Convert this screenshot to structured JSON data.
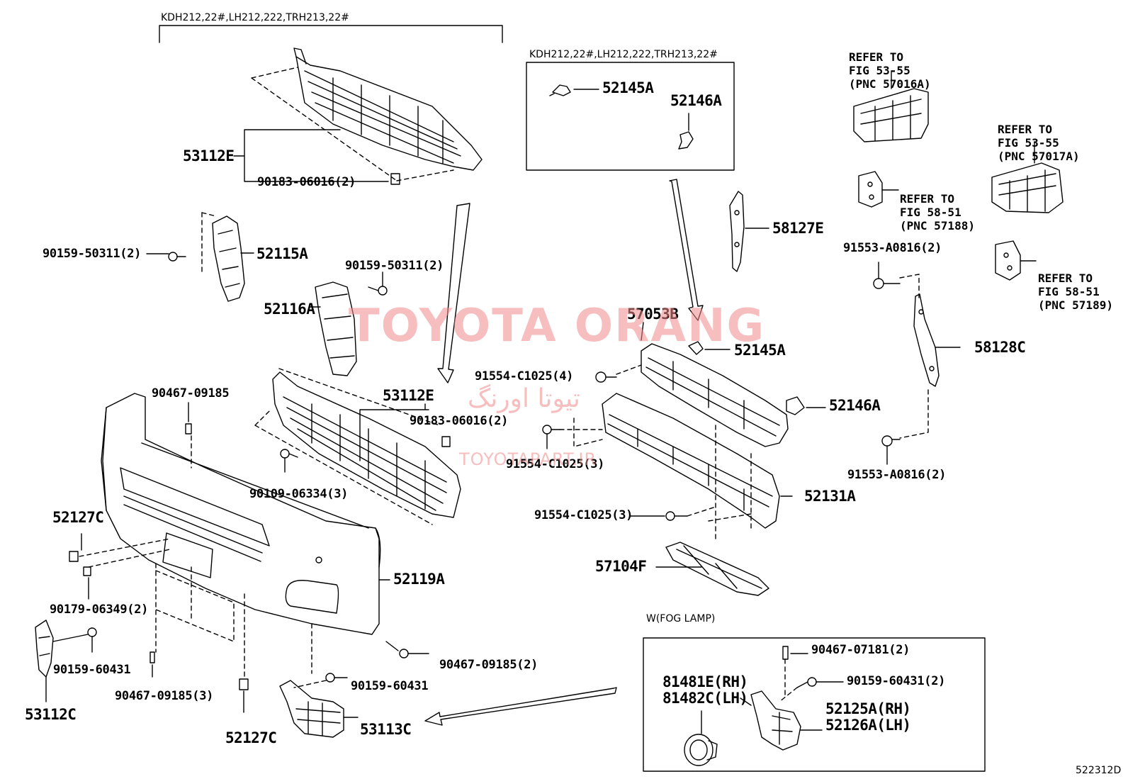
{
  "headers": {
    "top_left": "KDH212,22#,LH212,222,TRH213,22#",
    "inset_box": "KDH212,22#,LH212,222,TRH213,22#",
    "fog_box": "W(FOG LAMP)"
  },
  "refer_notes": [
    {
      "lines": [
        "REFER TO",
        "FIG 53-55",
        "(PNC 57016A)"
      ]
    },
    {
      "lines": [
        "REFER TO",
        "FIG 53-55",
        "(PNC 57017A)"
      ]
    },
    {
      "lines": [
        "REFER TO",
        "FIG 58-51",
        "(PNC 57188)"
      ]
    },
    {
      "lines": [
        "REFER TO",
        "FIG 58-51",
        "(PNC 57189)"
      ]
    }
  ],
  "labels": {
    "p53112E_top": "53112E",
    "p90183_top": "90183-06016(2)",
    "p90159_50311_left": "90159-50311(2)",
    "p52115A": "52115A",
    "p90159_50311_mid": "90159-50311(2)",
    "p52116A": "52116A",
    "p90467_09185_a": "90467-09185",
    "p53112E_mid": "53112E",
    "p90183_mid": "90183-06016(2)",
    "p90109": "90109-06334(3)",
    "p52127C_top": "52127C",
    "p90179": "90179-06349(2)",
    "p52119A": "52119A",
    "p90159_60431_a": "90159-60431",
    "p90467_09185_b": "90467-09185(3)",
    "p53112C": "53112C",
    "p90467_09185_c": "90467-09185(2)",
    "p90159_60431_b": "90159-60431",
    "p52127C_bot": "52127C",
    "p53113C": "53113C",
    "p52145A_inset": "52145A",
    "p52146A_inset": "52146A",
    "p58127E": "58127E",
    "p57053B": "57053B",
    "p52145A": "52145A",
    "p91554_a": "91554-C1025(4)",
    "p52146A": "52146A",
    "p91554_b": "91554-C1025(3)",
    "p52131A": "52131A",
    "p91554_c": "91554-C1025(3)",
    "p57104F": "57104F",
    "p91553_a": "91553-A0816(2)",
    "p58128C": "58128C",
    "p91553_b": "91553-A0816(2)",
    "p90467_07181": "90467-07181(2)",
    "p90159_60431_c": "90159-60431(2)",
    "p81481E": "81481E(RH)",
    "p81482C": "81482C(LH)",
    "p52125A": "52125A(RH)",
    "p52126A": "52126A(LH)"
  },
  "watermark": {
    "main": "TOYOTA ORANG",
    "persian": "تیوتا اورنگ",
    "site": "TOYOTAPART.IR"
  },
  "figure_code": "522312D",
  "colors": {
    "line": "#000000",
    "watermark": "#f08a8a"
  }
}
